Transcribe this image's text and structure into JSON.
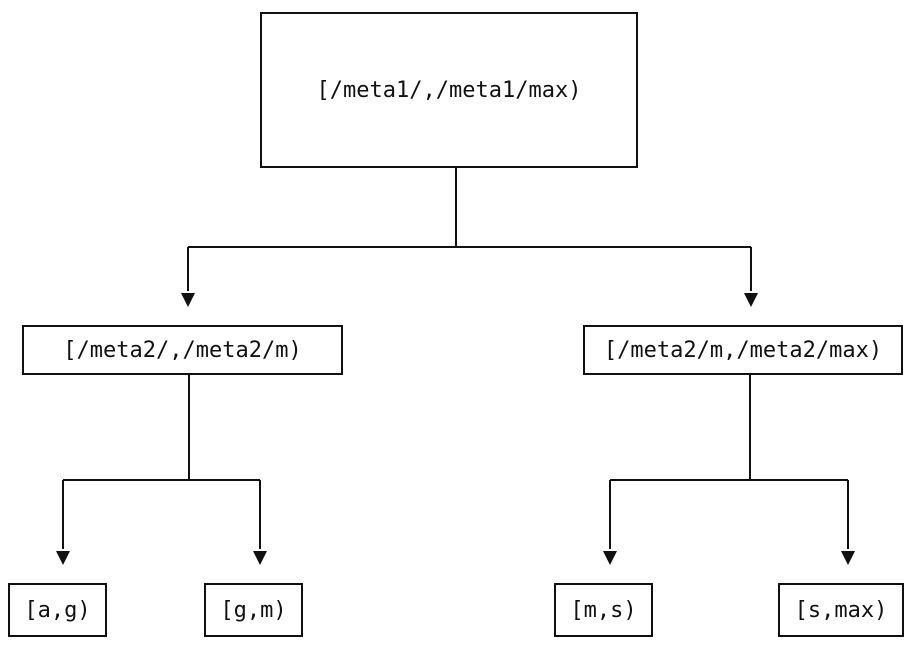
{
  "tree": {
    "root": {
      "label": "[/meta1/,/meta1/max)",
      "children": [
        {
          "label": "[/meta2/,/meta2/m)",
          "children": [
            {
              "label": "[a,g)"
            },
            {
              "label": "[g,m)"
            }
          ]
        },
        {
          "label": "[/meta2/m,/meta2/max)",
          "children": [
            {
              "label": "[m,s)"
            },
            {
              "label": "[s,max)"
            }
          ]
        }
      ]
    }
  },
  "colors": {
    "stroke": "#111111",
    "text": "#111111",
    "background": "#ffffff"
  }
}
